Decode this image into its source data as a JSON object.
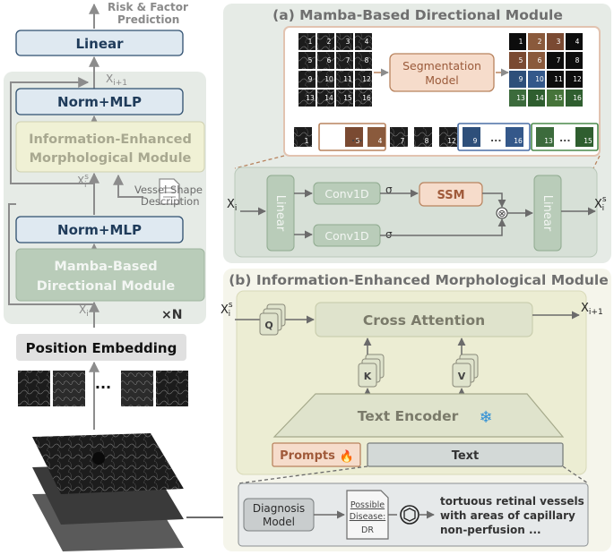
{
  "left": {
    "output_label": "Risk & Factor\nPrediction",
    "linear": "Linear",
    "x_next": "X",
    "x_next_sub": "i+1",
    "norm_mlp_top": "Norm+MLP",
    "iem_line1": "Information-Enhanced",
    "iem_line2": "Morphological Module",
    "x_s": "X",
    "x_s_sup": "s",
    "x_s_sub": "i",
    "vessel_desc_line1": "Vessel Shape",
    "vessel_desc_line2": "Description",
    "norm_mlp_bottom": "Norm+MLP",
    "mbd_line1": "Mamba-Based",
    "mbd_line2": "Directional Module",
    "x_i": "X",
    "x_i_sub": "i",
    "repeat": "×N",
    "position_embedding": "Position Embedding",
    "ellipsis": "..."
  },
  "panel_a": {
    "title": "(a) Mamba-Based Directional Module",
    "seg_line1": "Segmentation",
    "seg_line2": "Model",
    "grid_left_numbers": [
      "1",
      "2",
      "3",
      "4",
      "5",
      "6",
      "7",
      "8",
      "9",
      "10",
      "11",
      "12",
      "13",
      "14",
      "15",
      "16"
    ],
    "grid_right_numbers": [
      "1",
      "2",
      "3",
      "4",
      "5",
      "6",
      "7",
      "8",
      "9",
      "10",
      "11",
      "12",
      "13",
      "14",
      "15",
      "16"
    ],
    "strip_numbers": [
      "1",
      "5",
      "4",
      "7",
      "8",
      "12",
      "9",
      "16",
      "13",
      "15"
    ],
    "strip_ellipsis": "...",
    "x_in": "X",
    "x_in_sub": "i",
    "linear_left": "Linear",
    "conv_top": "Conv1D",
    "conv_bottom": "Conv1D",
    "sigma": "σ",
    "ssm": "SSM",
    "multiply": "⊗",
    "linear_right": "Linear",
    "x_out": "X",
    "x_out_sup": "s",
    "x_out_sub": "i"
  },
  "panel_b": {
    "title": "(b) Information-Enhanced Morphological Module",
    "x_in": "X",
    "x_in_sup": "s",
    "x_in_sub": "i",
    "q": "Q",
    "k": "K",
    "v": "V",
    "cross_attention": "Cross Attention",
    "x_out": "X",
    "x_out_sub": "i+1",
    "text_encoder": "Text Encoder",
    "snowflake": "❄",
    "prompts": "Prompts",
    "fire": "🔥",
    "text": "Text"
  },
  "diagnosis": {
    "model_line1": "Diagnosis",
    "model_line2": "Model",
    "doc_line1": "Possible",
    "doc_line2": "Disease:",
    "doc_line3": "DR",
    "output_line1": "tortuous retinal vessels",
    "output_line2a": "with ",
    "output_line2b": "areas of capillary",
    "output_line3a": "non-perfusion",
    "output_line3b": " ..."
  },
  "colors": {
    "panel_bg": "#e6ebe6",
    "green_box": "#b9ccb9",
    "blue_box": "#dfe9f1",
    "blue_border": "#2f4f6f",
    "yellow_box": "#f0f1d5",
    "salmon_box": "#f6dccb",
    "salmon_border": "#b8835e",
    "text_dark": "#1f3b5a",
    "gray_text": "#8a8a8a"
  }
}
